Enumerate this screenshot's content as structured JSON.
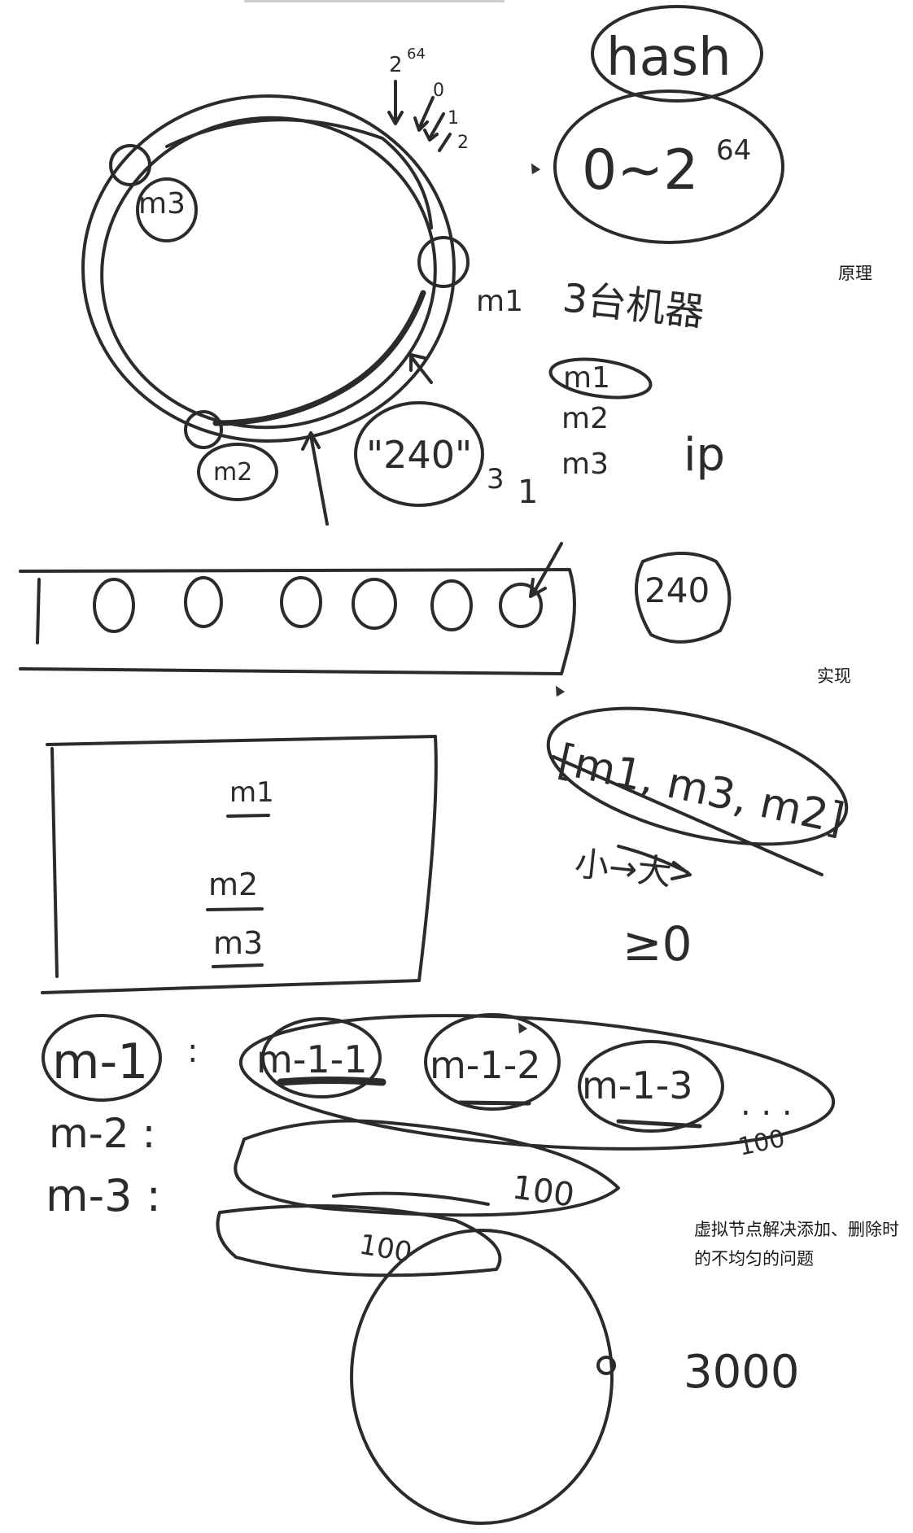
{
  "labels": {
    "principle": "原理",
    "implementation": "实现",
    "virtual_nodes": "虚拟节点解决添加、删除时的不均匀的问题"
  },
  "sketch": {
    "hash": "hash",
    "range": "0~2",
    "range_exp": "64",
    "top_2": "2",
    "top_64": "64",
    "top_0": "0",
    "top_1": "1",
    "top_2b": "2",
    "node_m1": "m1",
    "node_m2": "m2",
    "node_m3": "m3",
    "three_note": "3台机器",
    "list_m1": "m1",
    "list_m2": "m2",
    "list_m3": "m3",
    "ip": "ip",
    "val_240": "\"240\"",
    "val_3": "3",
    "val_1": "1",
    "bits": "1 0 0 0 0 0 0",
    "zuo": "240",
    "array": "[m1, m3, m2]",
    "small_to_big": "小→大",
    "gte_zero": "≥0",
    "box_m1": "m1",
    "box_m2": "m2",
    "box_m3": "m3",
    "v_m1": "m-1",
    "v_colon": ":",
    "v_m1_1": "m-1-1",
    "v_m1_2": "m-1-2",
    "v_m1_3": "m-1-3",
    "v_dots": ". . .",
    "v_100a": "100",
    "v_m2": "m-2 :",
    "v_m3": "m-3 :",
    "v_100b": "100",
    "v_100c": "100",
    "v_3000": "3000"
  },
  "colors": {
    "ink": "#2b2b2b",
    "background": "#ffffff"
  }
}
